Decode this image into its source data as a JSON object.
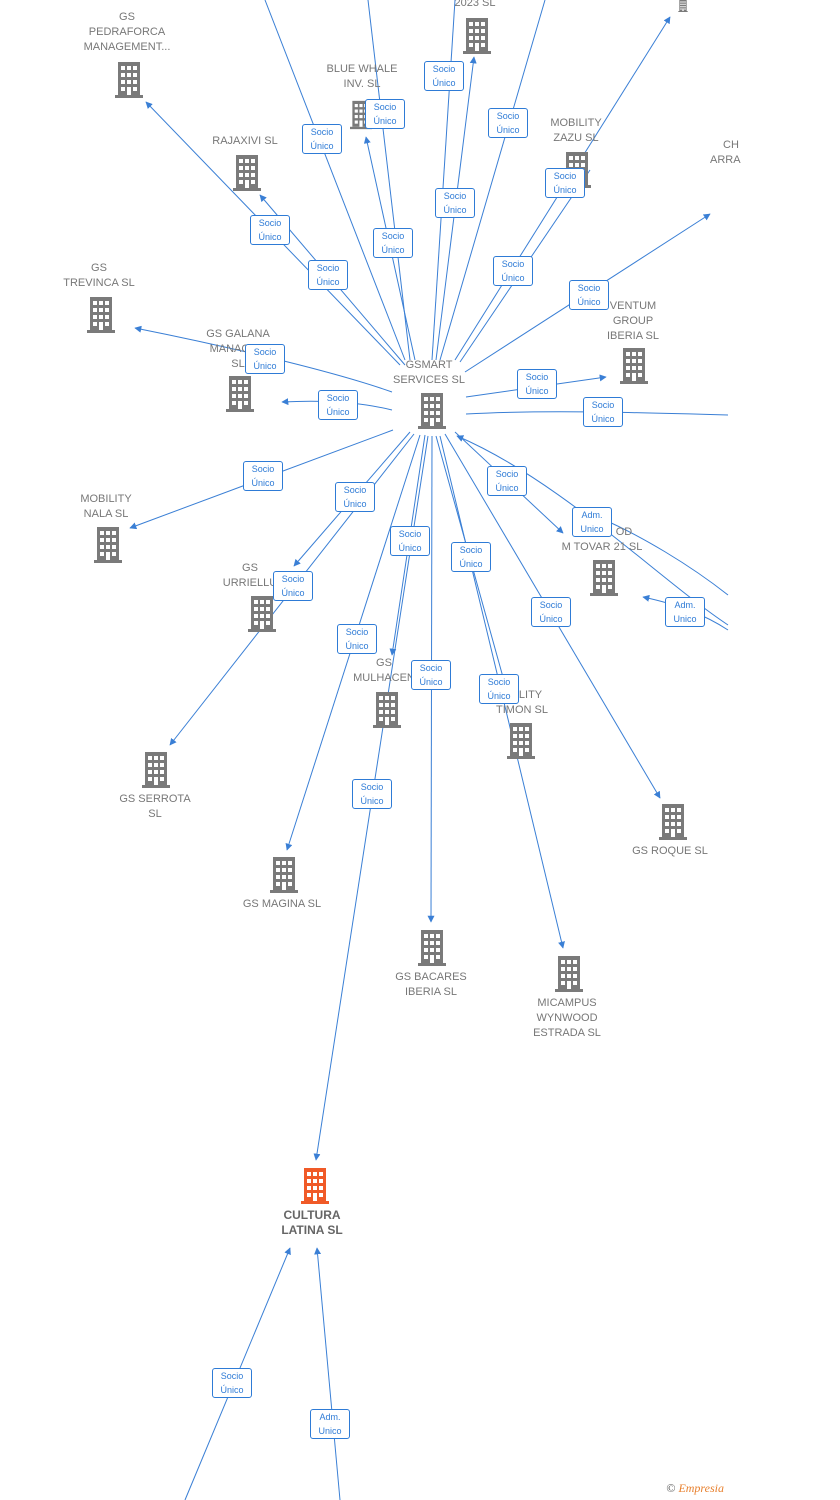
{
  "colors": {
    "edge": "#3a7fd5",
    "building": "#7a7a7a",
    "focus": "#f05a28",
    "badge_border": "#2e7bd6"
  },
  "nodes": [
    {
      "id": "gs-pedraforca",
      "label": [
        "GS",
        "PEDRAFORCA",
        "MANAGEMENT..."
      ]
    },
    {
      "id": "2023-sl",
      "label": [
        "2023  SL"
      ]
    },
    {
      "id": "blue-whale",
      "label": [
        "BLUE WHALE",
        "INV.  SL"
      ]
    },
    {
      "id": "mobility-zazu",
      "label": [
        "MOBILITY",
        "ZAZU  SL"
      ]
    },
    {
      "id": "ch-arra",
      "label": [
        "CH",
        "ARRA"
      ]
    },
    {
      "id": "rajaxivi",
      "label": [
        "RAJAXIVI  SL"
      ]
    },
    {
      "id": "gs-trevinca",
      "label": [
        "GS",
        "TREVINCA  SL"
      ]
    },
    {
      "id": "gs-galana",
      "label": [
        "GS GALANA",
        "MANAGEM",
        "SL"
      ]
    },
    {
      "id": "gsmart",
      "label": [
        "GSMART",
        "SERVICES  SL"
      ]
    },
    {
      "id": "ventum",
      "label": [
        "VENTUM",
        "GROUP",
        "IBERIA  SL"
      ]
    },
    {
      "id": "mobility-nala",
      "label": [
        "MOBILITY",
        "NALA  SL"
      ]
    },
    {
      "id": "wood-tovar",
      "label": [
        "OD",
        "M TOVAR 21  SL"
      ]
    },
    {
      "id": "gs-urriellu",
      "label": [
        "GS",
        "URRIELLU"
      ]
    },
    {
      "id": "gs-mulhacen",
      "label": [
        "GS",
        "MULHACEN"
      ]
    },
    {
      "id": "mobility-timon",
      "label": [
        "ILITY",
        "TIMON  SL"
      ]
    },
    {
      "id": "gs-serrota",
      "label": [
        "GS SERROTA",
        "SL"
      ]
    },
    {
      "id": "gs-roque",
      "label": [
        "GS ROQUE  SL"
      ]
    },
    {
      "id": "gs-magina",
      "label": [
        "GS MAGINA  SL"
      ]
    },
    {
      "id": "gs-bacares",
      "label": [
        "GS BACARES",
        "IBERIA  SL"
      ]
    },
    {
      "id": "micampus",
      "label": [
        "MICAMPUS",
        "WYNWOOD",
        "ESTRADA  SL"
      ]
    },
    {
      "id": "cultura-latina",
      "label": [
        "CULTURA",
        "LATINA  SL"
      ]
    }
  ],
  "badges": [
    {
      "lines": [
        "Socio",
        "Único"
      ]
    },
    {
      "lines": [
        "Socio",
        "Único"
      ]
    },
    {
      "lines": [
        "Socio",
        "Único"
      ]
    },
    {
      "lines": [
        "Socio",
        "Único"
      ]
    },
    {
      "lines": [
        "Socio",
        "Único"
      ]
    },
    {
      "lines": [
        "Socio",
        "Único"
      ]
    },
    {
      "lines": [
        "Socio",
        "Único"
      ]
    },
    {
      "lines": [
        "Socio",
        "Único"
      ]
    },
    {
      "lines": [
        "Socio",
        "Único"
      ]
    },
    {
      "lines": [
        "Socio",
        "Único"
      ]
    },
    {
      "lines": [
        "Socio",
        "Único"
      ]
    },
    {
      "lines": [
        "Socio",
        "Único"
      ]
    },
    {
      "lines": [
        "Socio",
        "Único"
      ]
    },
    {
      "lines": [
        "Socio",
        "Único"
      ]
    },
    {
      "lines": [
        "Socio",
        "Único"
      ]
    },
    {
      "lines": [
        "Socio",
        "Único"
      ]
    },
    {
      "lines": [
        "Adm.",
        "Unico"
      ]
    },
    {
      "lines": [
        "Socio",
        "Único"
      ]
    },
    {
      "lines": [
        "Socio",
        "Único"
      ]
    },
    {
      "lines": [
        "Socio",
        "Único"
      ]
    },
    {
      "lines": [
        "Socio",
        "Único"
      ]
    },
    {
      "lines": [
        "Socio",
        "Único"
      ]
    },
    {
      "lines": [
        "Adm.",
        "Unico"
      ]
    },
    {
      "lines": [
        "Socio",
        "Único"
      ]
    },
    {
      "lines": [
        "Socio",
        "Único"
      ]
    },
    {
      "lines": [
        "Socio",
        "Único"
      ]
    },
    {
      "lines": [
        "Socio",
        "Único"
      ]
    },
    {
      "lines": [
        "Socio",
        "Único"
      ]
    },
    {
      "lines": [
        "Adm.",
        "Unico"
      ]
    }
  ],
  "footer": {
    "copyright": "©",
    "brand": "Empresia"
  }
}
